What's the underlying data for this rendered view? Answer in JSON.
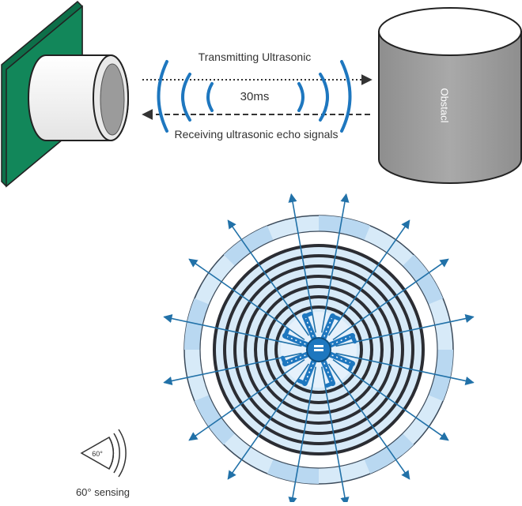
{
  "diagram": {
    "transmit_label": "Transmitting Ultrasonic",
    "echo_time": "30ms",
    "receive_label": "Receiving ultrasonic echo signals",
    "obstacle_label": "Obstacl",
    "sensing_angle": "60°",
    "sensing_caption": "60° sensing"
  },
  "colors": {
    "board": "#12875a",
    "wave": "#1e77bf",
    "ring": "#2b2d33",
    "ring_fill": "#d7eaf8",
    "ring_fill_highlight": "#b9d8f1",
    "arrow": "#2171a8",
    "obstacle": "#9d9d9d",
    "sensor_body": "#f1f1f1"
  },
  "icons": {
    "sensor": "ultrasonic-transducer-icon",
    "robot": "eight-arm-robot-icon",
    "cone": "sensing-cone-icon"
  }
}
